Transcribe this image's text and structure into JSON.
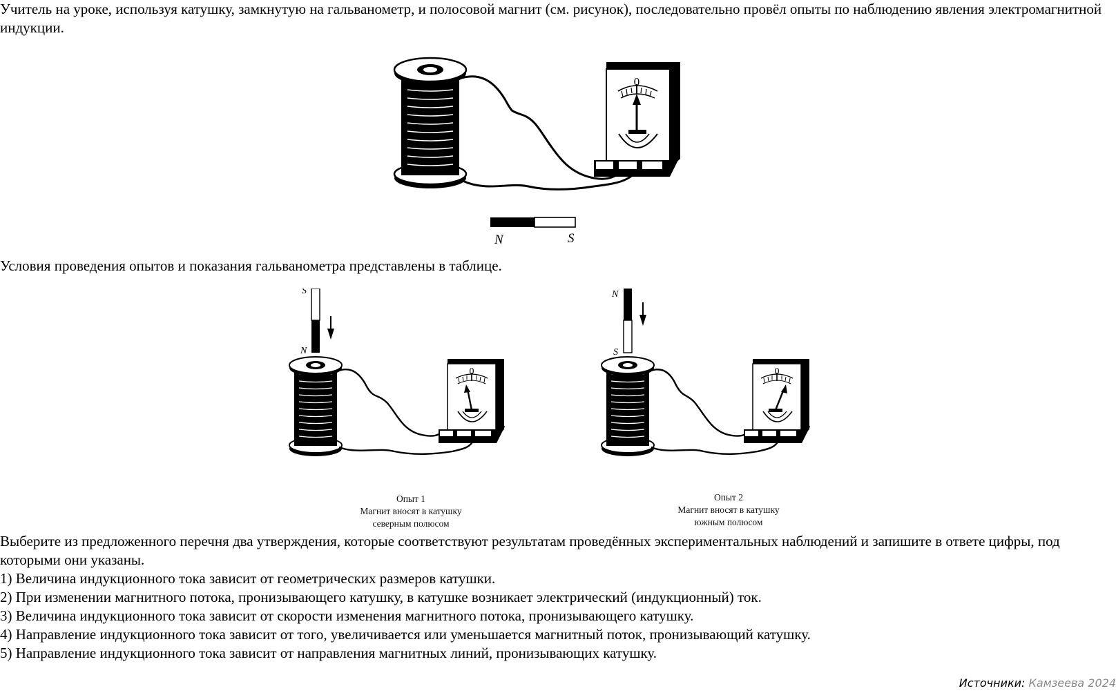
{
  "intro": "Учитель на уроке, используя катушку, замкнутую на гальванометр, и полосовой магнит (см. рисунок), последовательно провёл опыты по наблюдению явления электромагнитной индукции.",
  "figure1": {
    "meter_zero": "0",
    "magnet_n": "N",
    "magnet_s": "S"
  },
  "conditions": "Условия проведения опытов и показания гальванометра представлены в таблице.",
  "experiments": [
    {
      "top_pole": "S",
      "bottom_pole": "N",
      "meter_zero": "0",
      "caption": [
        "Опыт 1",
        "Магнит вносят в катушку",
        "северным полюсом"
      ]
    },
    {
      "top_pole": "N",
      "bottom_pole": "S",
      "meter_zero": "0",
      "caption": [
        "Опыт 2",
        "Магнит вносят в катушку",
        "южным полюсом"
      ]
    }
  ],
  "question": "Выберите из предложенного перечня два утверждения, которые соответствуют результатам проведённых экспериментальных наблюдений и запишите в ответе цифры, под которыми они указаны.",
  "options": [
    "1) Величина индукционного тока зависит от геометрических размеров катушки.",
    "2) При изменении магнитного потока, пронизывающего катушку, в катушке возникает электрический (индукционный) ток.",
    "3) Величина индукционного тока зависит от скорости изменения магнитного потока, пронизывающего катушку.",
    "4) Направление индукционного тока зависит от того, увеличивается или уменьшается магнитный поток, пронизывающий катушку.",
    "5) Направление индукционного тока зависит от направления магнитных линий, пронизывающих катушку."
  ],
  "source": {
    "label": "Источники:",
    "name": "Камзеева 2024"
  }
}
